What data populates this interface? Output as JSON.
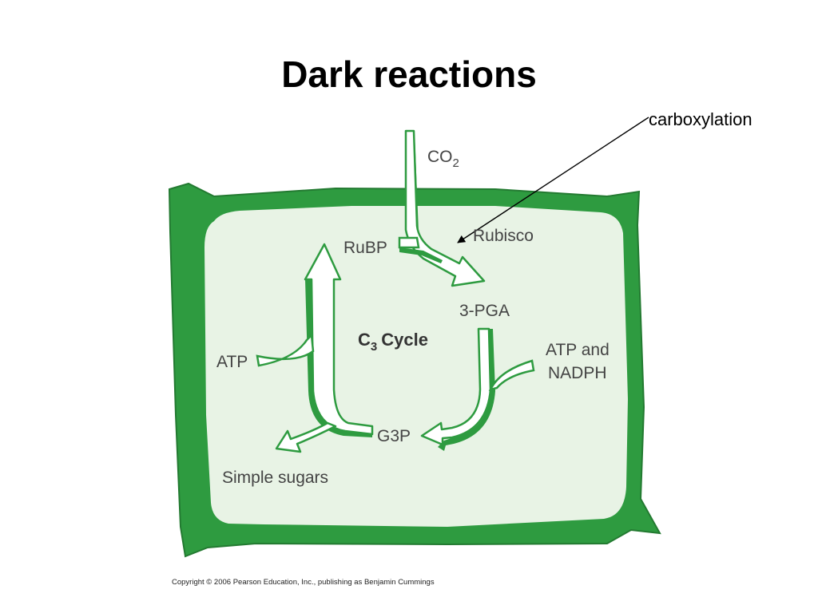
{
  "title": "Dark reactions",
  "annotation": {
    "label": "carboxylation"
  },
  "diagram": {
    "cycle_title": "C",
    "cycle_title_sub": "3",
    "cycle_title_rest": "Cycle",
    "co2_main": "CO",
    "co2_sub": "2",
    "enzyme": "Rubisco",
    "rubp": "RuBP",
    "pga": "3-PGA",
    "atp_nadph_line1": "ATP and",
    "atp_nadph_line2": "NADPH",
    "atp": "ATP",
    "g3p": "G3P",
    "sugars": "Simple sugars"
  },
  "colors": {
    "chloroplast_border": "#2e9b40",
    "stroma": "#e8f3e5",
    "arrow_fill": "#ffffff",
    "arrow_outline": "#2e9b40"
  },
  "copyright": "Copyright © 2006 Pearson Education, Inc., publishing as Benjamin Cummings"
}
